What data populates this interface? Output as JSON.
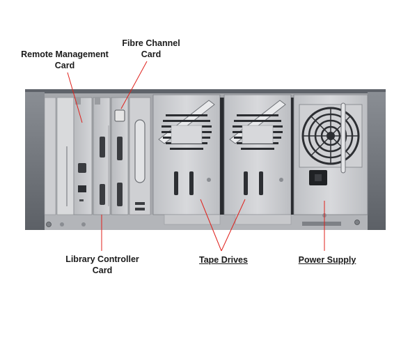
{
  "labels": {
    "remote_management": [
      "Remote Management",
      "Card"
    ],
    "fibre_channel": [
      "Fibre Channel",
      "Card"
    ],
    "library_controller": [
      "Library Controller",
      "Card"
    ],
    "tape_drives": "Tape Drives",
    "power_supply": "Power Supply"
  },
  "colors": {
    "leader_line": "#e0201b",
    "chassis_frame": "#6e7278",
    "panel": "#c9cbcf",
    "panel_light": "#dcdde0",
    "slot_dark": "#2a2c30"
  }
}
